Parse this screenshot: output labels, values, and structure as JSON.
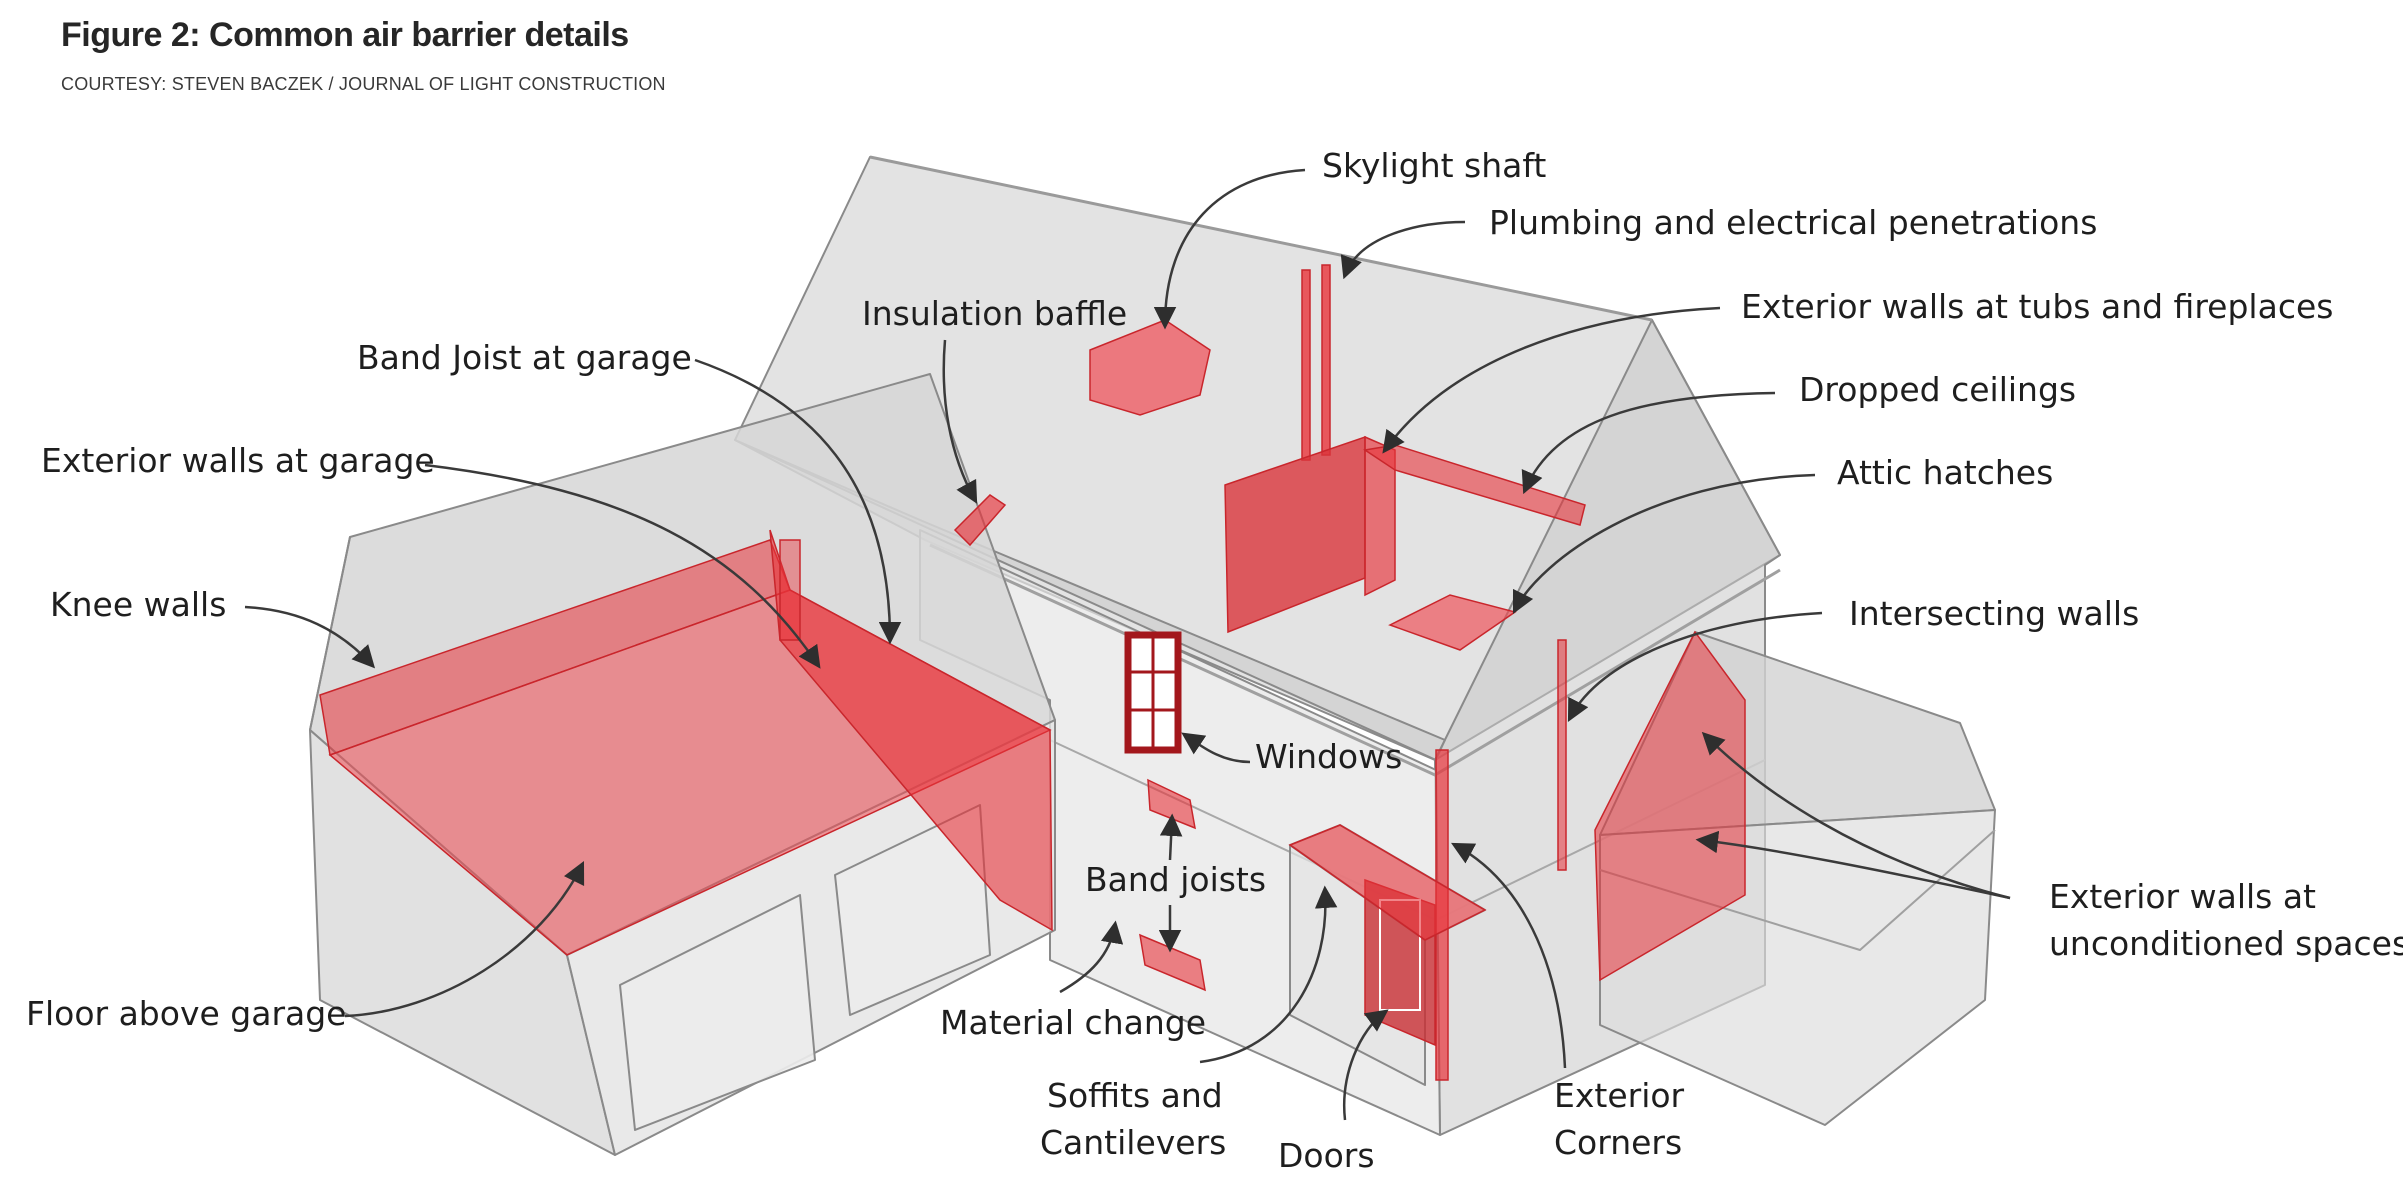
{
  "figure": {
    "title": "Figure 2: Common air barrier details",
    "credit": "COURTESY: STEVEN BACZEK / JOURNAL OF LIGHT CONSTRUCTION"
  },
  "labels": {
    "skylight_shaft": "Skylight shaft",
    "plumbing": "Plumbing and electrical penetrations",
    "tubs_fireplaces": "Exterior walls at tubs and fireplaces",
    "insulation_baffle": "Insulation baffle",
    "band_joist_garage": "Band Joist at garage",
    "dropped_ceilings": "Dropped ceilings",
    "exterior_walls_garage": "Exterior walls at garage",
    "attic_hatches": "Attic hatches",
    "knee_walls": "Knee walls",
    "intersecting_walls": "Intersecting walls",
    "windows": "Windows",
    "band_joists": "Band joists",
    "unconditioned_line1": "Exterior walls at",
    "unconditioned_line2": "unconditioned spaces",
    "floor_above_garage": "Floor above garage",
    "material_change": "Material change",
    "soffits_line1": "Soffits and",
    "soffits_line2": "Cantilevers",
    "doors": "Doors",
    "exterior_corners_line1": "Exterior",
    "exterior_corners_line2": "Corners"
  },
  "colors": {
    "air_barrier_red": "#e8333a",
    "house_gray": "#d9d9d9",
    "outline": "#8a8a8a",
    "leader": "#3a3a3a"
  }
}
